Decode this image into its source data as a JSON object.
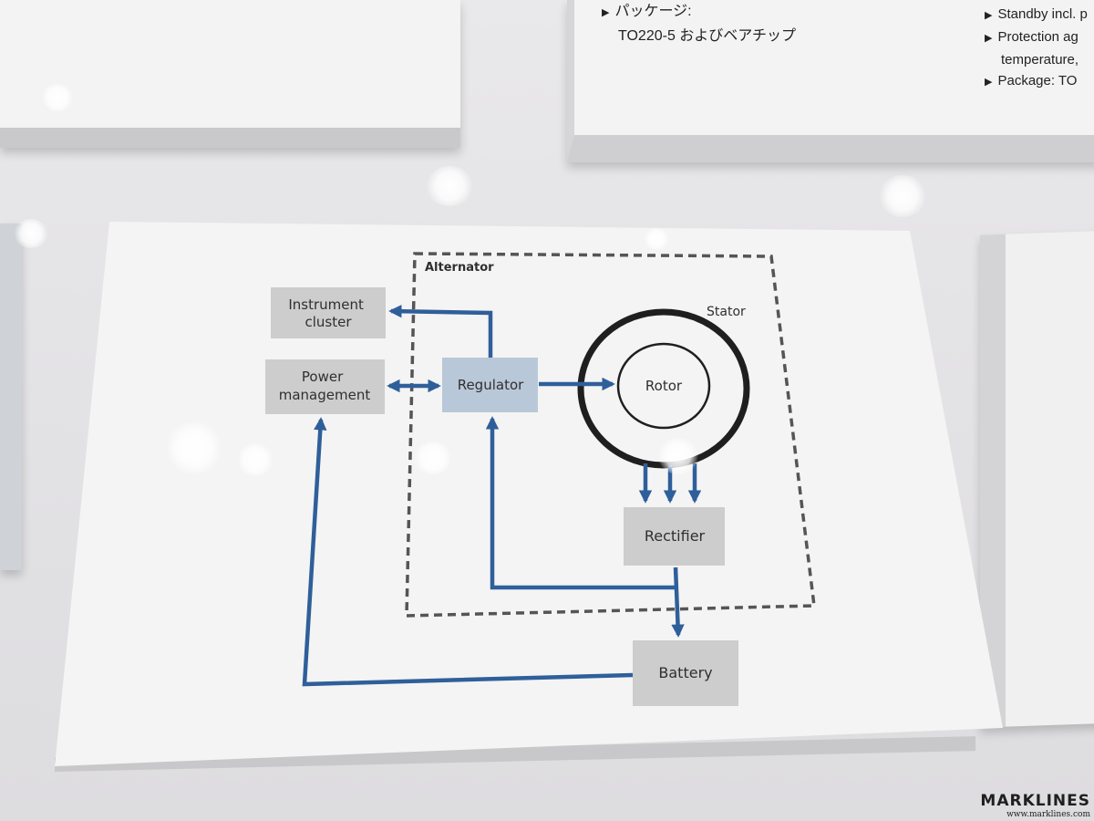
{
  "background_panels": {
    "top_middle_bullets": [
      "パッケージ:",
      "TO220-5 およびベアチップ"
    ],
    "top_right_bullets": [
      "Standby incl. p",
      "Protection ag",
      "temperature,",
      "Package: TO"
    ]
  },
  "diagram": {
    "alternator_label": "Alternator",
    "stator_label": "Stator",
    "rotor_label": "Rotor",
    "boxes": {
      "instrument_cluster": [
        "Instrument",
        "cluster"
      ],
      "power_management": [
        "Power",
        "management"
      ],
      "regulator": "Regulator",
      "rectifier": "Rectifier",
      "battery": "Battery"
    },
    "colors": {
      "arrow": "#2f5f9a",
      "gray_box": "#cccccc",
      "regulator_box": "#b9c8d8",
      "dashed_border": "#555555",
      "ring": "#1f1f1f"
    }
  },
  "watermark": {
    "logo": "MARKLINES",
    "url": "www.marklines.com"
  }
}
